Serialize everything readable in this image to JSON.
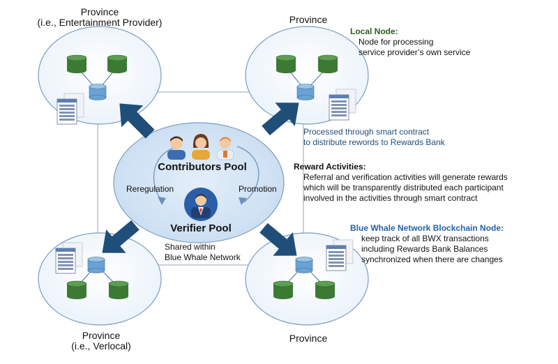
{
  "provinces": {
    "top_left": {
      "title": "Province",
      "subtitle": "(i.e., Entertainment Provider)"
    },
    "top_right": {
      "title": "Province"
    },
    "bottom_left": {
      "title": "Province",
      "subtitle": "(i.e., Verlocal)"
    },
    "bottom_right": {
      "title": "Province"
    }
  },
  "center": {
    "contributors_pool": "Contributors Pool",
    "verifier_pool": "Verifier Pool",
    "reregulation": "Reregulation",
    "promotion": "Promotion"
  },
  "local_node": {
    "title": "Local Node:",
    "lines": [
      "Node for processing",
      "service provider’s own service"
    ]
  },
  "processed": {
    "lines": [
      "Processed through smart contract",
      "to distribute rewords to Rewards Bank"
    ]
  },
  "reward_activities": {
    "title": "Reward Activities:",
    "lines": [
      "Referral and verification activities will generate rewards",
      "which will be transparently distributed each participant",
      "involved in the activities through smart contract"
    ]
  },
  "blockchain_node": {
    "title": "Blue Whale Network Blockchain Node:",
    "lines": [
      "keep track of all BWX transactions",
      "including Rewards Bank Balances",
      "synchronized when there are changes"
    ]
  },
  "shared": {
    "lines": [
      "Shared within",
      "Blue Whale Network"
    ]
  },
  "colors": {
    "ellipse_fill": "#dbe8f5",
    "ellipse_stroke": "#7d9cc0",
    "arrow": "#1f4e79",
    "db_green": "#3c7a34",
    "db_blue": "#6aa2d4",
    "title_green": "#2e5b1e",
    "title_blue": "#2461a8"
  }
}
